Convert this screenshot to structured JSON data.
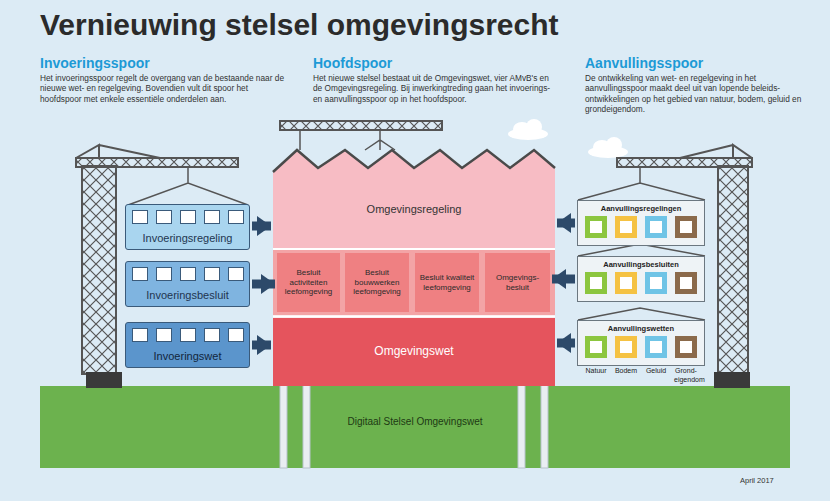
{
  "diagram": {
    "title": "Vernieuwing stelsel omgevingsrecht",
    "nodes": [
      {
        "text": [
          "Invoeringsregeling"
        ]
      },
      {
        "text": [
          "Invoeringsbesluit"
        ]
      },
      {
        "text": [
          "Invoeringswet"
        ]
      },
      {
        "text": [
          "Omgevingsregeling"
        ]
      },
      {
        "text": [
          "Besluit activiteiten leefomgeving"
        ]
      },
      {
        "text": [
          "Besluit bouwwerken leefomgeving"
        ]
      },
      {
        "text": [
          "Besluit kwaliteit leefomgeving"
        ]
      },
      {
        "text": [
          "Omgevings-besluit"
        ]
      },
      {
        "text": [
          "Omgevingswet"
        ]
      },
      {
        "text": [
          "Aanvullingsregelingen"
        ]
      },
      {
        "text": [
          "Aanvullingsbesluiten"
        ]
      },
      {
        "text": [
          "Aanvullingswetten"
        ]
      },
      {
        "text": [
          "Digitaal Stelsel Omgevingswet"
        ]
      }
    ],
    "edges": [
      {
        "from": 0,
        "to": 3,
        "arrow": "to"
      },
      {
        "from": 1,
        "to": 4,
        "arrow": "to"
      },
      {
        "from": 2,
        "to": 8,
        "arrow": "to"
      },
      {
        "from": 9,
        "to": 3,
        "arrow": "to"
      },
      {
        "from": 10,
        "to": 7,
        "arrow": "to"
      },
      {
        "from": 11,
        "to": 8,
        "arrow": "to"
      }
    ],
    "labels": [
      "Invoeringsspoor",
      "Het invoeringsspoor regelt de overgang van de bestaande naar de nieuwe wet- en regelgeving. Bovendien vult dit spoor het hoofdspoor met enkele essentiële onderdelen aan.",
      "Hoofdspoor",
      "Het nieuwe stelsel bestaat uit de Omgevingswet, vier AMvB's en de Omgevingsregeling. Bij inwerkingtreding gaan het invoerings- en aanvullingsspoor op in het hoofdspoor.",
      "Aanvullingsspoor",
      "De ontwikkeling van wet- en regelgeving in het aanvullingsspoor maakt deel uit van lopende beleids-ontwikkelingen op het gebied van natuur, bodem, geluid en grondeigendom.",
      "Natuur",
      "Bodem",
      "Geluid",
      "Grond-eigendom",
      "April 2017"
    ]
  }
}
